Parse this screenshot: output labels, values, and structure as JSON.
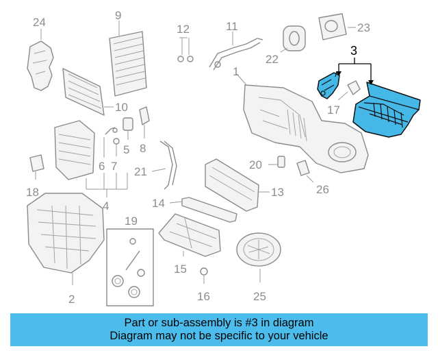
{
  "diagram": {
    "callouts": {
      "c1": "1",
      "c2": "2",
      "c3": "3",
      "c4": "4",
      "c5": "5",
      "c6": "6",
      "c7": "7",
      "c8": "8",
      "c9": "9",
      "c10": "10",
      "c11": "11",
      "c12": "12",
      "c13": "13",
      "c14": "14",
      "c15": "15",
      "c16": "16",
      "c17": "17",
      "c18": "18",
      "c19": "19",
      "c20": "20",
      "c21": "21",
      "c22": "22",
      "c23": "23",
      "c24": "24",
      "c25": "25",
      "c26": "26"
    },
    "highlighted_part": "3",
    "colors": {
      "highlight": "#45b8e8",
      "banner": "#4cbcec",
      "linework": "#8a8a8a"
    }
  },
  "banner": {
    "line1": "Part or sub-assembly is #3 in diagram",
    "line2": "Diagram may not be specific to your vehicle"
  }
}
